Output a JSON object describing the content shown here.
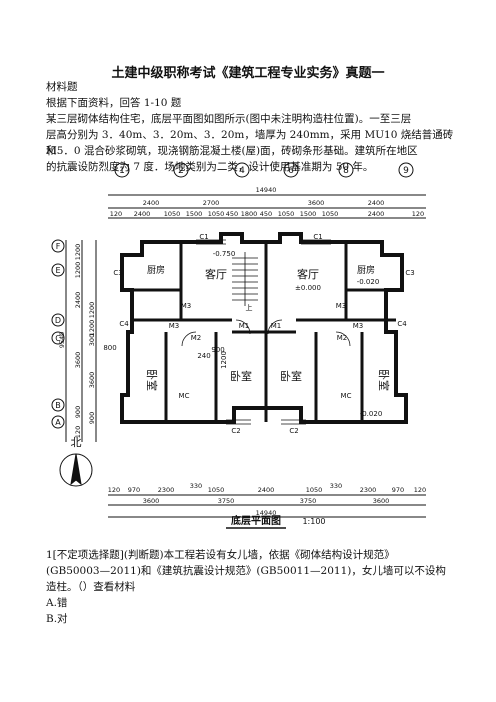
{
  "doc": {
    "title": "土建中级职称考试《建筑工程专业实务》真题一",
    "section": "材料题",
    "instruction": "根据下面资料，回答 1-10 题",
    "material_lines": [
      "某三层砌体结构住宅，底层平面图如图所示(图中未注明构造柱位置)。一至三层",
      "层高分别为 3．40m、3．20m、3．20m，墙厚为 240mm，采用 MU10 烧结普通砖和",
      "M5．0 混合砂浆砌筑，现浇钢筋混凝土楼(屋)面，砖砌条形基础。建筑所在地区",
      "的抗震设防烈度为 7 度．场地类别为二类，设计使用基准期为 50 年。"
    ]
  },
  "plan": {
    "axis_top": [
      "1",
      "2",
      "4",
      "6",
      "8",
      "9"
    ],
    "axis_left": [
      "F",
      "E",
      "D",
      "C",
      "B",
      "A"
    ],
    "top_total": "14940",
    "top_row1": [
      "2400",
      "2700",
      "3600",
      "2400"
    ],
    "top_row2": [
      "120",
      "2400",
      "1050",
      "1500",
      "1050",
      "450",
      "1800",
      "450",
      "1050",
      "1500",
      "1050",
      "2400",
      "120"
    ],
    "left_total": "9540",
    "left_dims": [
      "1200",
      "1200",
      "2400",
      "1200",
      "1200",
      "300",
      "3600",
      "3600",
      "900",
      "900",
      "120"
    ],
    "bottom_row1": [
      "120",
      "970",
      "2300",
      "330",
      "1050",
      "2400",
      "1050",
      "330",
      "2300",
      "970",
      "120"
    ],
    "bottom_row2": [
      "3600",
      "3750",
      "3750",
      "3600"
    ],
    "bottom_total": "14940",
    "rooms": {
      "living_left": "客厅",
      "living_right": "客厅",
      "kitchen_left": "厨房",
      "kitchen_right": "厨房",
      "bedroom1": "卧室",
      "bedroom2": "卧室",
      "bedroom3": "卧室",
      "bedroom4": "卧室"
    },
    "labels": {
      "c1a": "C1",
      "c1b": "C1",
      "c2a": "C2",
      "c2b": "C2",
      "c3a": "C3",
      "c3b": "C3",
      "c4a": "C4",
      "c4b": "C4",
      "m1a": "M1",
      "m1b": "M1",
      "m2a": "M2",
      "m2b": "M2",
      "m3a": "M3",
      "m3b": "M3",
      "m3c": "M3",
      "m3d": "M3",
      "mca": "MC",
      "mcb": "MC",
      "elev1": "-0.750",
      "elev2": "±0.000",
      "elev3": "-0.020",
      "elev4": "-0.020",
      "d240": "240",
      "d900": "900",
      "d1200": "1200",
      "d800": "800",
      "up": "上"
    },
    "north": "北",
    "caption": "底层平面图",
    "scale": "1:100"
  },
  "question": {
    "line1": "1[不定项选择题](判断题)本工程若设有女儿墙，依据《砌体结构设计规范》",
    "line2": "(GB50003—2011)和《建筑抗震设计规范》(GB50011—2011)，女儿墙可以不设构",
    "line3_text": "造柱。（）",
    "line3_link": "查看材料",
    "options": [
      "A.错",
      "B.对"
    ]
  }
}
